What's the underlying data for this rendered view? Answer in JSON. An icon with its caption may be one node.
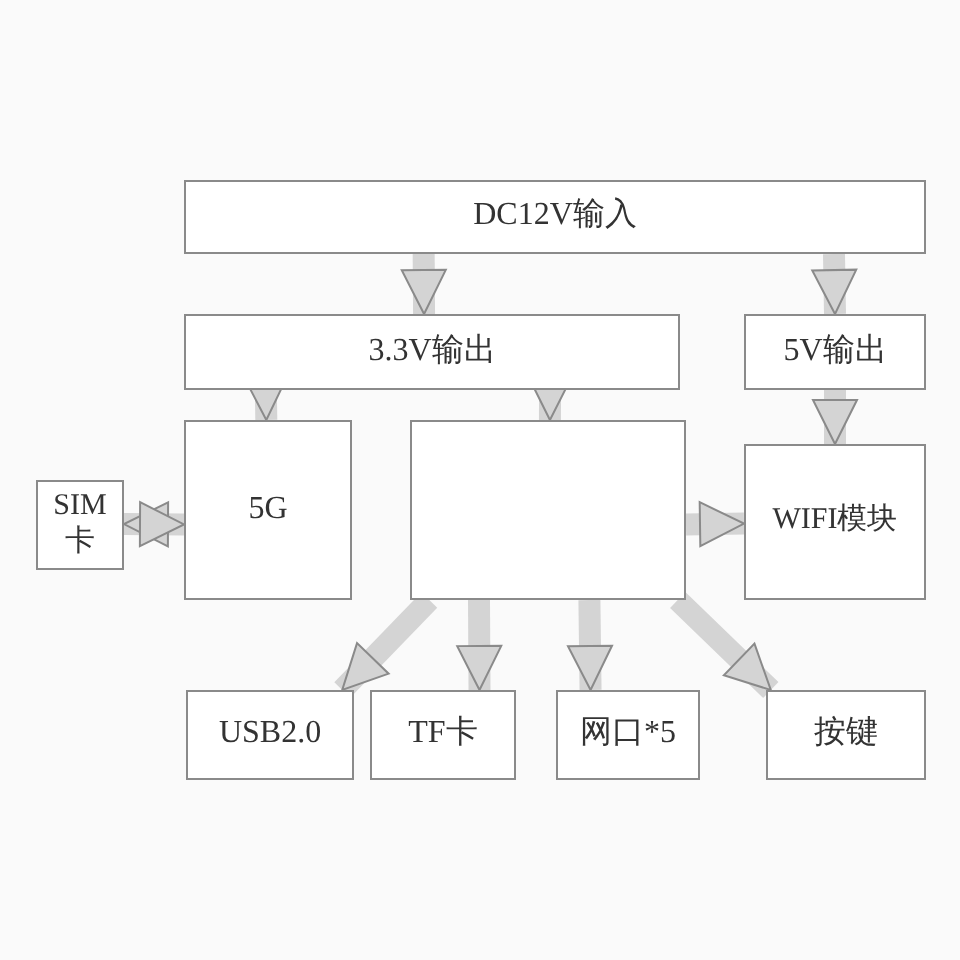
{
  "diagram": {
    "nodes": [
      {
        "text": [
          "DC12V输入"
        ]
      },
      {
        "text": [
          "3.3V输出"
        ]
      },
      {
        "text": [
          "5V输出"
        ]
      },
      {
        "text": [
          "SIM卡"
        ]
      },
      {
        "text": [
          "5G"
        ]
      },
      {
        "text": [],
        "shape": "box"
      },
      {
        "text": [
          "WIFI模块"
        ]
      },
      {
        "text": [
          "USB2.0"
        ]
      },
      {
        "text": [
          "TF卡"
        ]
      },
      {
        "text": [
          "网口*5"
        ]
      },
      {
        "text": [
          "按键"
        ]
      }
    ],
    "edges": [
      {
        "from": 0,
        "to": 1,
        "arrow": "to"
      },
      {
        "from": 0,
        "to": 2,
        "arrow": "to"
      },
      {
        "from": 1,
        "to": 4,
        "arrow": "to"
      },
      {
        "from": 1,
        "to": 5,
        "arrow": "to"
      },
      {
        "from": 2,
        "to": 6,
        "arrow": "to"
      },
      {
        "from": 3,
        "to": 4,
        "arrow": "both"
      },
      {
        "from": 5,
        "to": 6,
        "arrow": "to"
      },
      {
        "from": 5,
        "to": 7,
        "arrow": "to"
      },
      {
        "from": 5,
        "to": 8,
        "arrow": "to"
      },
      {
        "from": 5,
        "to": 9,
        "arrow": "to"
      },
      {
        "from": 5,
        "to": 10,
        "arrow": "to"
      }
    ]
  }
}
